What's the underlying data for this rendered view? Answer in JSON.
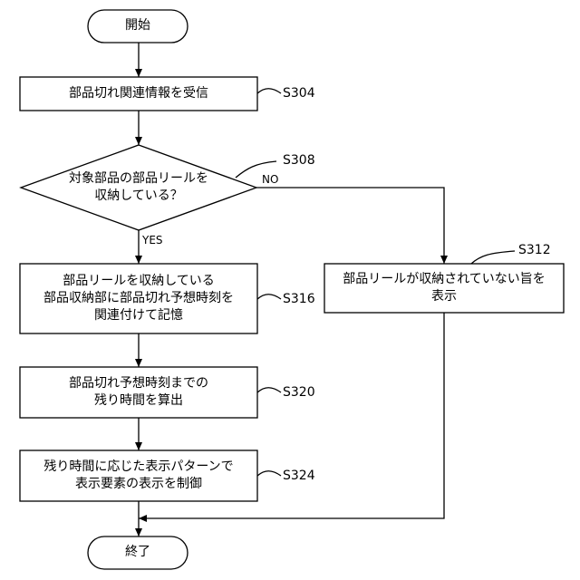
{
  "flowchart": {
    "start": "開始",
    "end": "終了",
    "s304": {
      "text": "部品切れ関連情報を受信",
      "id": "S304"
    },
    "s308": {
      "line1": "対象部品の部品リールを",
      "line2": "収納している？",
      "id": "S308"
    },
    "s312": {
      "line1": "部品リールが収納されていない旨を",
      "line2": "表示",
      "id": "S312"
    },
    "s316": {
      "line1": "部品リールを収納している",
      "line2": "部品収納部に部品切れ予想時刻を",
      "line3": "関連付けて記憶",
      "id": "S316"
    },
    "s320": {
      "line1": "部品切れ予想時刻までの",
      "line2": "残り時間を算出",
      "id": "S320"
    },
    "s324": {
      "line1": "残り時間に応じた表示パターンで",
      "line2": "表示要素の表示を制御",
      "id": "S324"
    },
    "yes_label": "YES",
    "no_label": "NO"
  }
}
